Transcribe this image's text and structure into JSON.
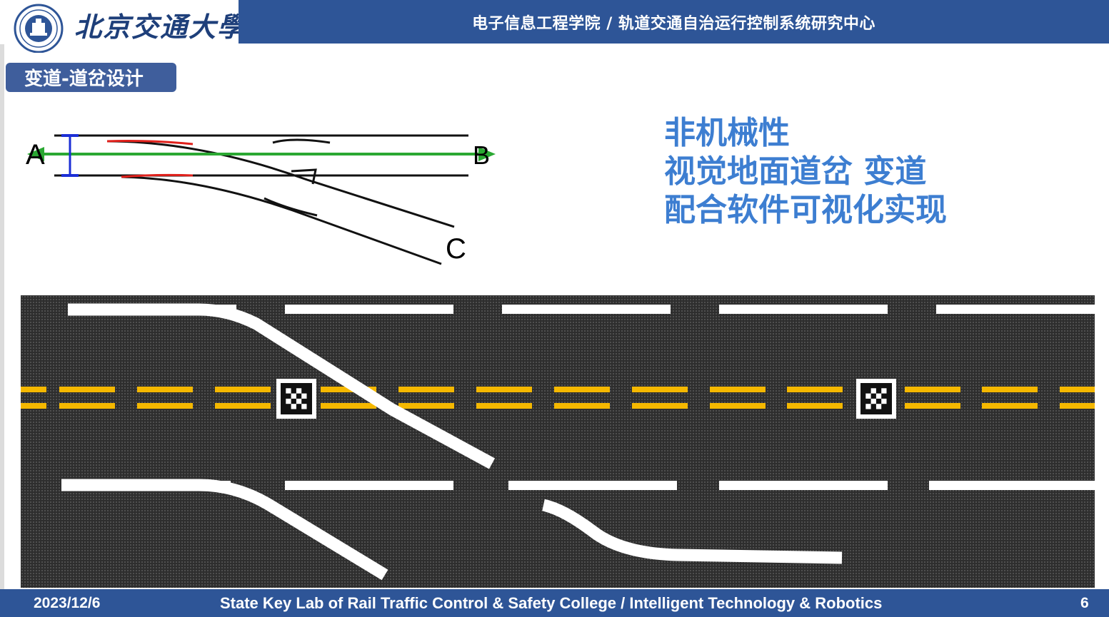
{
  "header": {
    "university_name": "北京交通大學",
    "department": "电子信息工程学院  /  轨道交通自治运行控制系统研究中心"
  },
  "section_tag": "变道-道岔设计",
  "diagram": {
    "labels": {
      "a": "A",
      "b": "B",
      "c": "C"
    }
  },
  "notes": [
    "非机械性",
    "视觉地面道岔 变道",
    "配合软件可视化实现"
  ],
  "footer": {
    "date": "2023/12/6",
    "lab": "State Key Lab of Rail Traffic Control & Safety College  /  Intelligent Technology & Robotics",
    "page_number": "6"
  },
  "colors": {
    "header_blue": "#2e5597",
    "tag_blue": "#3f5e9c",
    "note_blue": "#3d7ed1",
    "lane_yellow": "#f5b800",
    "track_green": "#2aa832",
    "switch_red": "#e0201b",
    "road_gray": "#2e2e2e"
  }
}
